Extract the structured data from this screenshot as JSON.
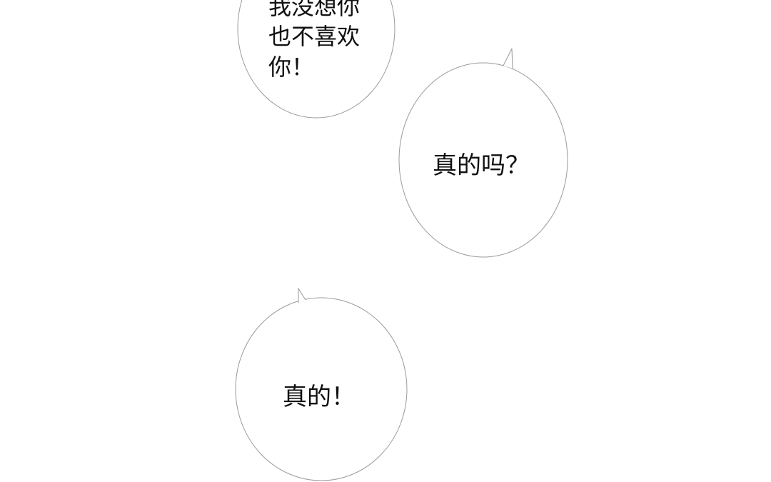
{
  "bubbles": [
    {
      "lines": [
        "我没想你",
        "也不喜欢",
        "你！"
      ]
    },
    {
      "lines": [
        "真的吗？"
      ]
    },
    {
      "lines": [
        "真的！"
      ]
    }
  ],
  "colors": {
    "background": "#ffffff",
    "outline": "#9a9a9a",
    "text": "#111111"
  }
}
